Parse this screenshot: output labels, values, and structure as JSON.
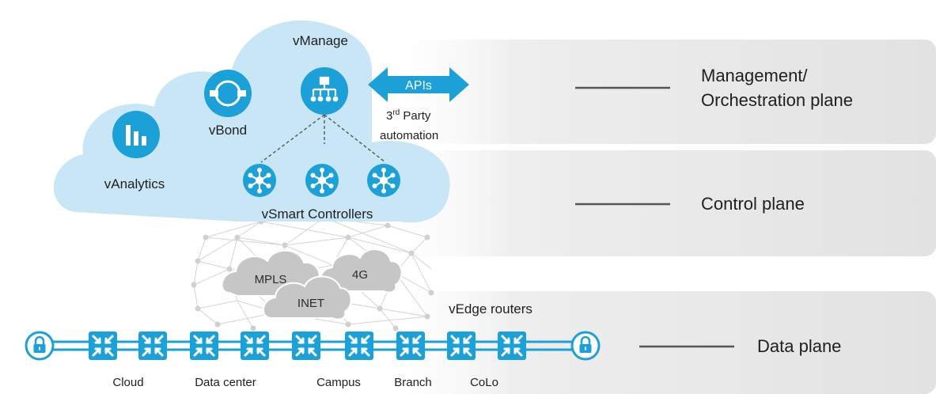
{
  "planes": {
    "management_line1": "Management/",
    "management_line2": "Orchestration plane",
    "control": "Control plane",
    "data": "Data plane"
  },
  "components": {
    "vmanage": "vManage",
    "vbond": "vBond",
    "vanalytics": "vAnalytics",
    "vsmart": "vSmart Controllers",
    "apis": "APIs",
    "third_party_num": "3",
    "third_party_sup": "rd",
    "third_party_rest": " Party",
    "automation": "automation",
    "vedge": "vEdge routers"
  },
  "transports": {
    "mpls": "MPLS",
    "fourg": "4G",
    "inet": "INET"
  },
  "sites": {
    "cloud": "Cloud",
    "datacenter": "Data center",
    "campus": "Campus",
    "branch": "Branch",
    "colo": "CoLo"
  },
  "colors": {
    "accent": "#1ba0d7",
    "cloud_fill": "#c9e6f6",
    "band_fill": "#e6e6e6",
    "transport_cloud": "#c6c6c6"
  },
  "icons": {
    "vmanage": "orchestration-tree-icon",
    "vbond": "orchestrator-circle-icon",
    "vanalytics": "bar-chart-icon",
    "vsmart": "hub-network-icon",
    "vedge": "router-arrows-icon",
    "lock": "lock-icon"
  }
}
